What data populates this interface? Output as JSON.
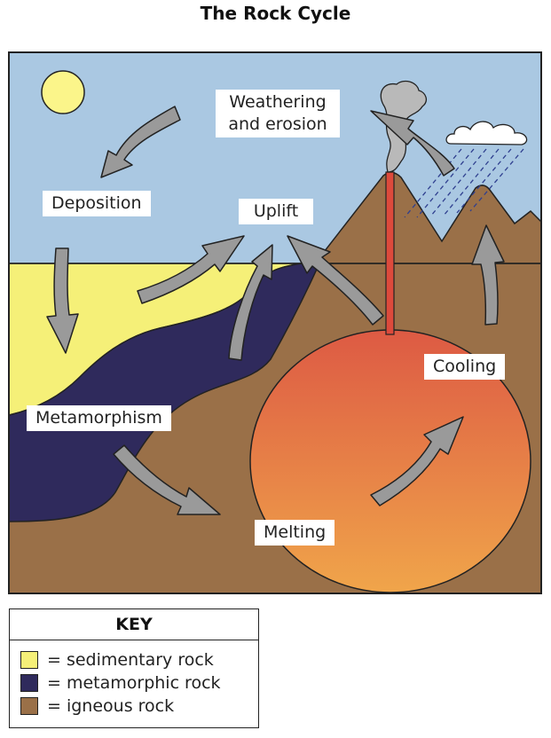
{
  "title": "The Rock Cycle",
  "labels": {
    "weathering_line1": "Weathering",
    "weathering_line2": "and erosion",
    "deposition": "Deposition",
    "uplift": "Uplift",
    "metamorphism": "Metamorphism",
    "cooling": "Cooling",
    "melting": "Melting"
  },
  "key": {
    "title": "KEY",
    "items": [
      {
        "label": "= sedimentary rock",
        "color": "#f5f078"
      },
      {
        "label": "= metamorphic rock",
        "color": "#2f2a5c"
      },
      {
        "label": "= igneous rock",
        "color": "#9a7048"
      }
    ]
  },
  "colors": {
    "sky": "#aac8e2",
    "sedimentary": "#f5f078",
    "metamorphic": "#2f2a5c",
    "igneous": "#9a7048",
    "magma_top": "#dd5a44",
    "magma_bottom": "#f0a54a",
    "sun": "#fbf58a",
    "arrow": "#9a9a9a",
    "smoke": "#b9b9b9",
    "rain": "#2f3f8f"
  }
}
